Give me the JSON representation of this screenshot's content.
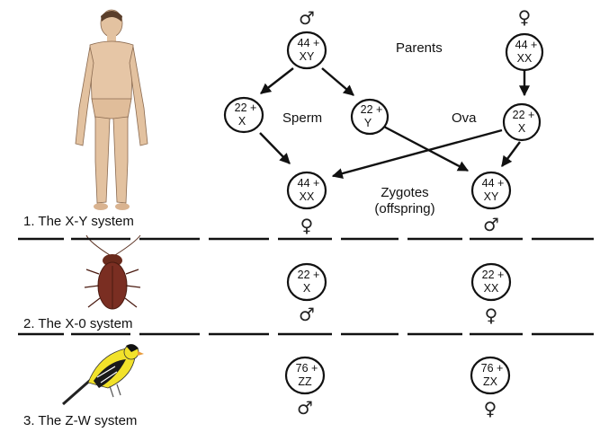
{
  "labels": {
    "parents": "Parents",
    "sperm": "Sperm",
    "ova": "Ova",
    "zygotes": "Zygotes",
    "offspring": "(offspring)"
  },
  "systems": [
    {
      "label": "1. The X-Y system",
      "image": "human-male-figure-icon"
    },
    {
      "label": "2. The X-0 system",
      "image": "cockroach-icon"
    },
    {
      "label": "3. The Z-W system",
      "image": "goldfinch-bird-icon"
    }
  ],
  "symbols": {
    "male": "♂",
    "female": "♀"
  },
  "cells": {
    "parent_male": {
      "top": "44 +",
      "bottom": "XY"
    },
    "parent_female": {
      "top": "44 +",
      "bottom": "XX"
    },
    "sperm_x": {
      "top": "22 +",
      "bottom": "X"
    },
    "sperm_y": {
      "top": "22 +",
      "bottom": "Y"
    },
    "ovum": {
      "top": "22 +",
      "bottom": "X"
    },
    "zygote_female": {
      "top": "44 +",
      "bottom": "XX"
    },
    "zygote_male": {
      "top": "44 +",
      "bottom": "XY"
    },
    "x0_male": {
      "top": "22 +",
      "bottom": "X"
    },
    "x0_female": {
      "top": "22 +",
      "bottom": "XX"
    },
    "zw_male": {
      "top": "76 +",
      "bottom": "ZZ"
    },
    "zw_female": {
      "top": "76 +",
      "bottom": "ZX"
    }
  },
  "colors": {
    "ink": "#111111",
    "roach": "#7a2e22",
    "bird_yellow": "#f2e22a",
    "skin": "#e8c8a8"
  }
}
